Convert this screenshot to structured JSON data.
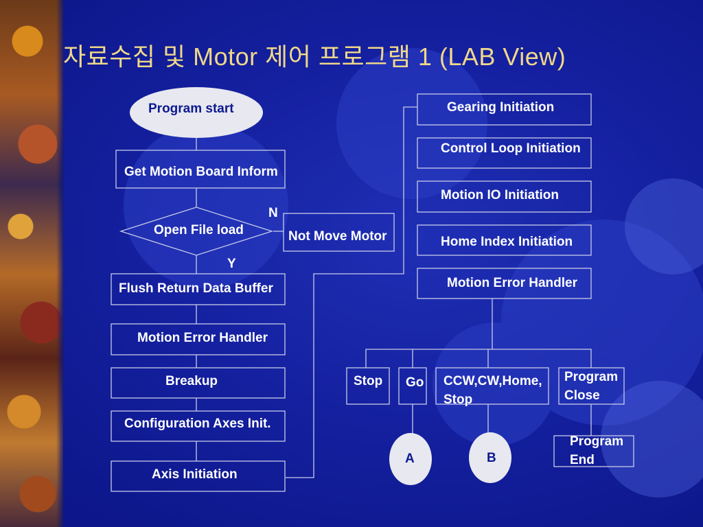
{
  "title": "자료수집 및 Motor 제어 프로그램 1 (LAB View)",
  "left_flow": {
    "start": "Program start",
    "get_motion_board": "Get Motion Board Inform",
    "open_file_load": "Open File load",
    "no_label": "N",
    "yes_label": "Y",
    "not_move_motor": "Not Move Motor",
    "flush_buffer": "Flush Return Data Buffer",
    "motion_error_handler": "Motion Error Handler",
    "breakup": "Breakup",
    "config_axes": "Configuration Axes Init.",
    "axis_init": "Axis Initiation"
  },
  "right_flow": {
    "gearing_init": "Gearing Initiation",
    "control_loop_init": "Control Loop Initiation",
    "motion_io_init": "Motion IO Initiation",
    "home_index_init": "Home Index Initiation",
    "motion_error_handler": "Motion Error Handler",
    "stop": "Stop",
    "go": "Go",
    "ccw_line1": "CCW,CW,Home,",
    "ccw_line2": "Stop",
    "program_close_line1": "Program",
    "program_close_line2": "Close",
    "program_end_line1": "Program",
    "program_end_line2": "End",
    "connector_a": "A",
    "connector_b": "B"
  },
  "colors": {
    "background": "#14209f",
    "title": "#f0d889",
    "box_stroke": "#c8cce8",
    "connector_fill": "#e8e8f0"
  }
}
